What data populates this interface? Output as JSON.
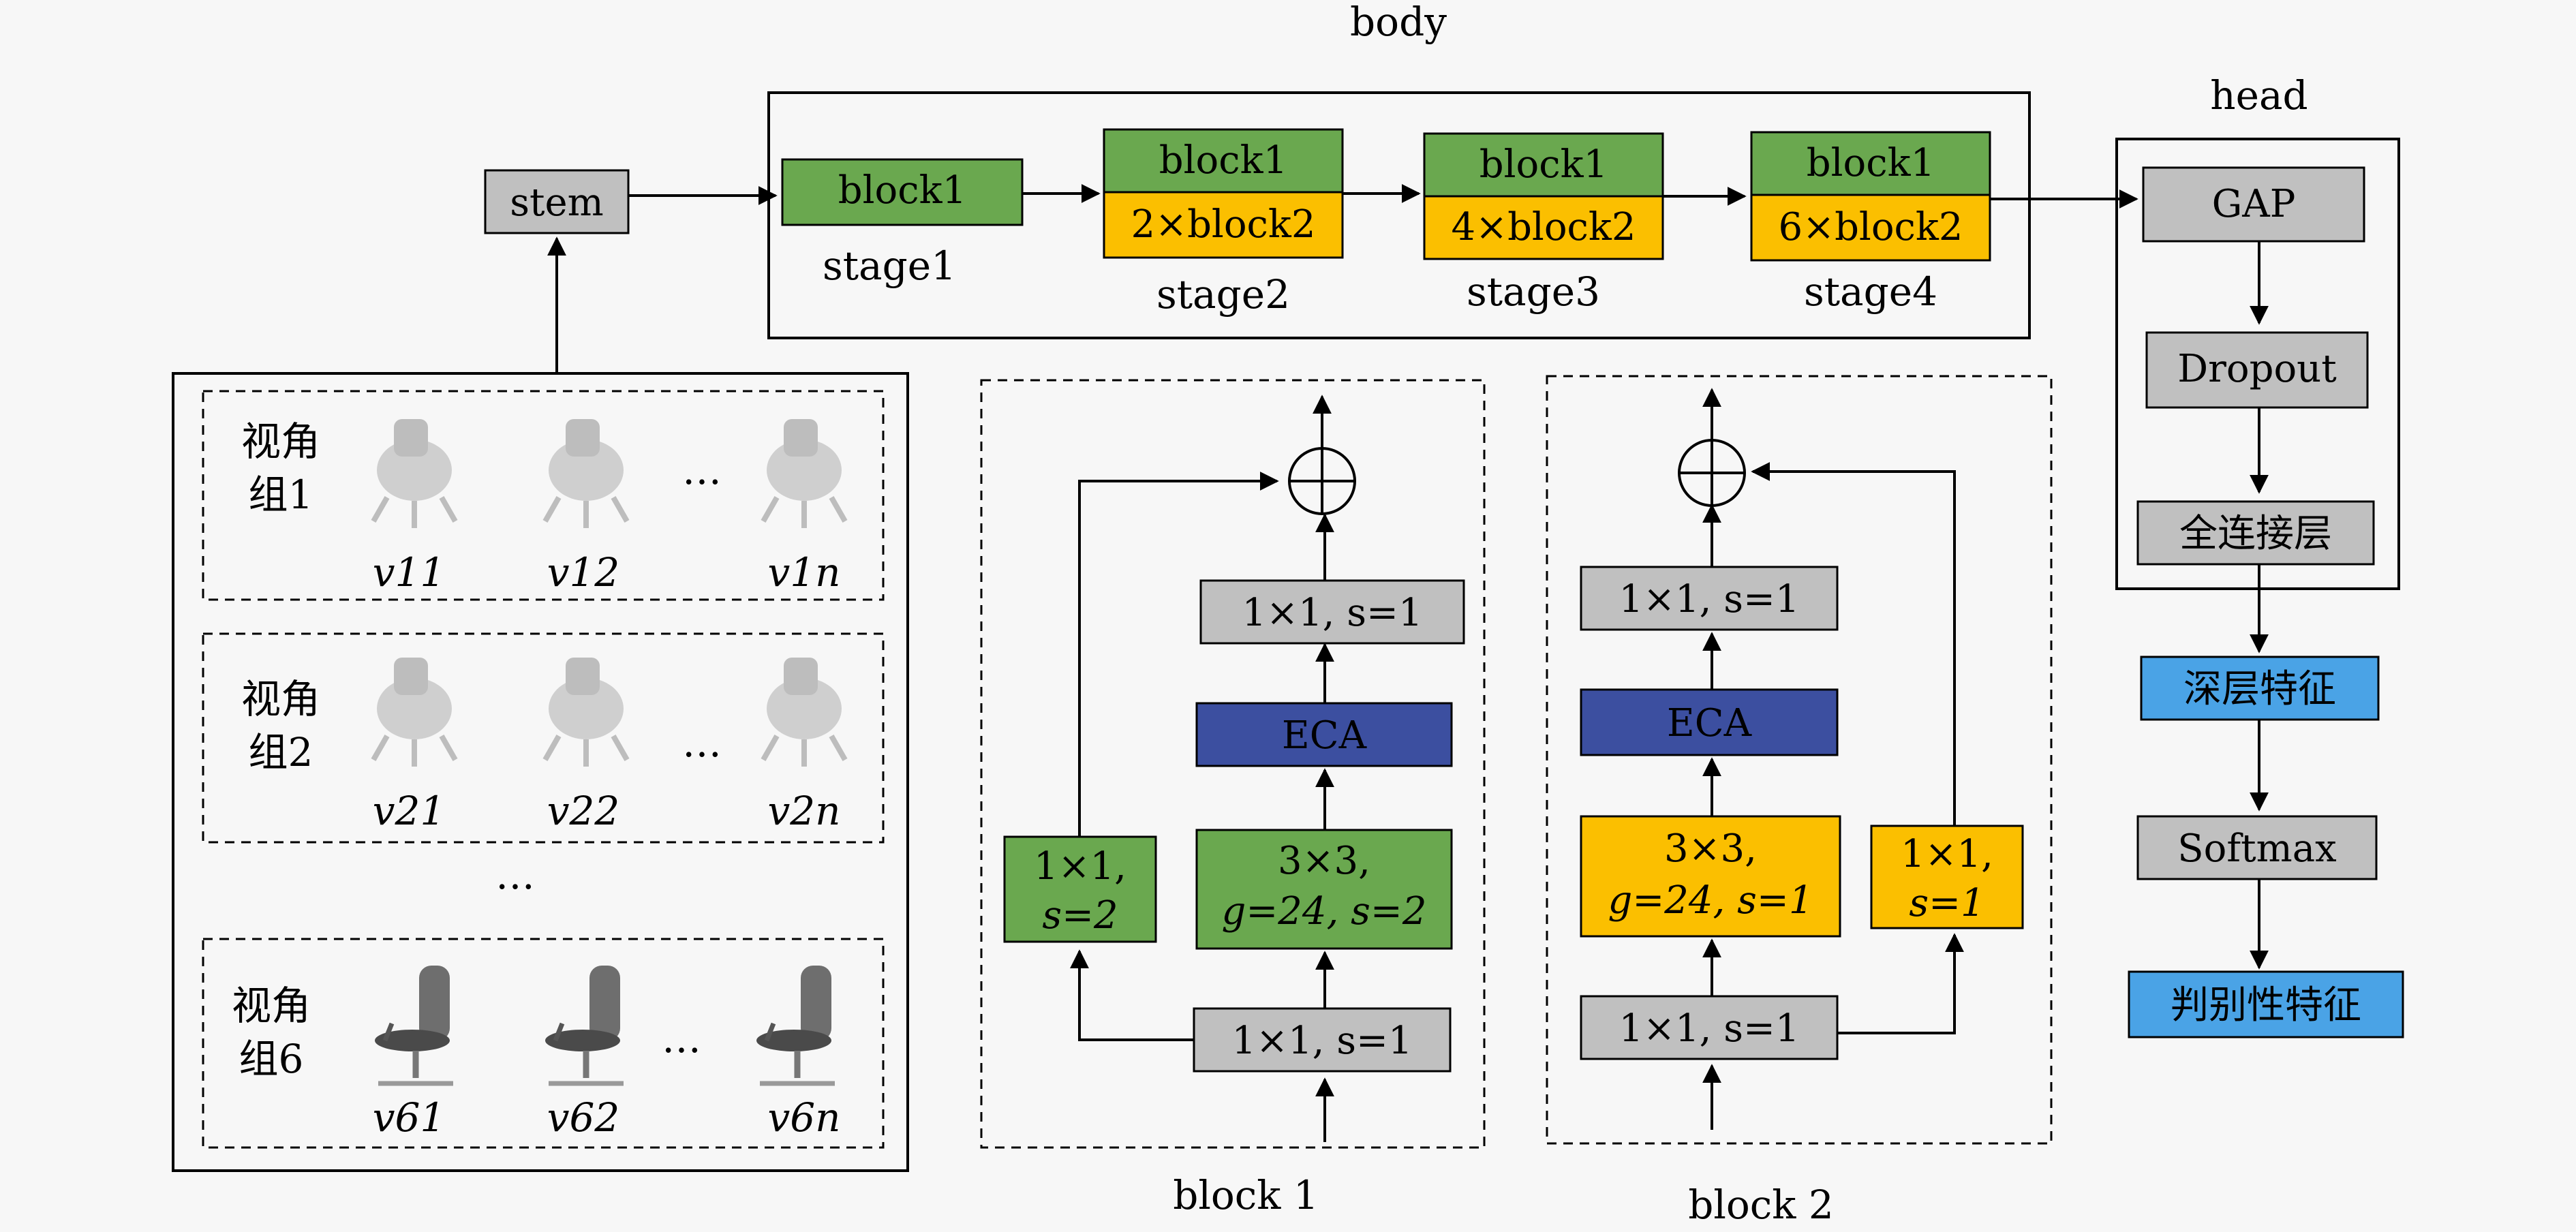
{
  "colors": {
    "green": "#6aa84f",
    "orange": "#fbbf00",
    "gray": "#c0c0c0",
    "navy": "#3c4fa0",
    "blue": "#4aa3e6"
  },
  "body": {
    "title": "body",
    "stages": [
      {
        "block1": "block1",
        "block2": "",
        "label": "stage1"
      },
      {
        "block1": "block1",
        "block2": "2×block2",
        "label": "stage2"
      },
      {
        "block1": "block1",
        "block2": "4×block2",
        "label": "stage3"
      },
      {
        "block1": "block1",
        "block2": "6×block2",
        "label": "stage4"
      }
    ]
  },
  "stem": {
    "label": "stem"
  },
  "head": {
    "title": "head",
    "gap": "GAP",
    "dropout": "Dropout",
    "fc": "全连接层"
  },
  "outputs": {
    "deep_feature": "深层特征",
    "softmax": "Softmax",
    "discriminative_feature": "判别性特征"
  },
  "view_groups": [
    {
      "label1": "视角",
      "label2": "组1",
      "views": [
        "v11",
        "v12",
        "v1n"
      ],
      "dots": "…"
    },
    {
      "label1": "视角",
      "label2": "组2",
      "views": [
        "v21",
        "v22",
        "v2n"
      ],
      "dots": "…"
    },
    {
      "label1": "视角",
      "label2": "组6",
      "views": [
        "v61",
        "v62",
        "v6n"
      ],
      "dots": "…"
    }
  ],
  "groups_ellipsis": "…",
  "block1_diagram": {
    "caption": "block 1",
    "conv_bottom": "1×1, s=1",
    "shortcut_line1": "1×1,",
    "shortcut_line2": "s=2",
    "conv3_line1": "3×3,",
    "conv3_line2": "g=24, s=2",
    "eca": "ECA",
    "conv_top": "1×1, s=1",
    "sum": "⊕"
  },
  "block2_diagram": {
    "caption": "block 2",
    "conv_bottom": "1×1, s=1",
    "shortcut_line1": "1×1,",
    "shortcut_line2": "s=1",
    "conv3_line1": "3×3,",
    "conv3_line2": "g=24, s=1",
    "eca": "ECA",
    "conv_top": "1×1, s=1",
    "sum": "⊕"
  }
}
